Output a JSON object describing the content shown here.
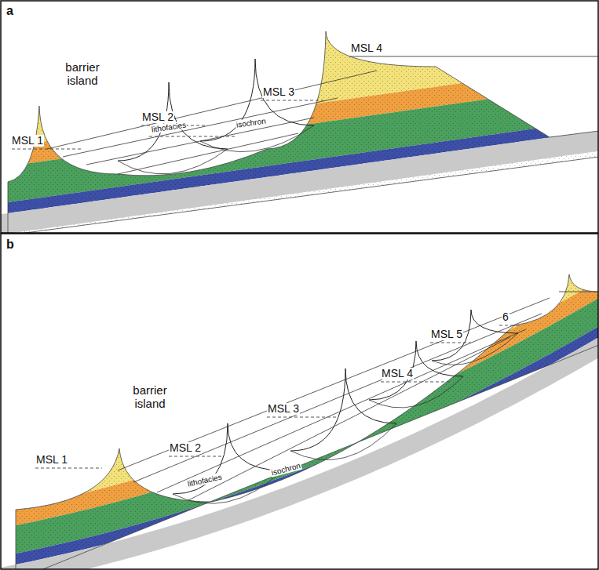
{
  "diagram": {
    "labels": [
      "a",
      "barrier island",
      "MSL 1",
      "MSL 2",
      "lithofacies",
      "isochron",
      "MSL 3",
      "MSL 4",
      "b",
      "barrier island",
      "MSL 1",
      "MSL 2",
      "lithofacies",
      "isochron",
      "MSL 3",
      "MSL 4",
      "MSL 5",
      "6"
    ]
  }
}
